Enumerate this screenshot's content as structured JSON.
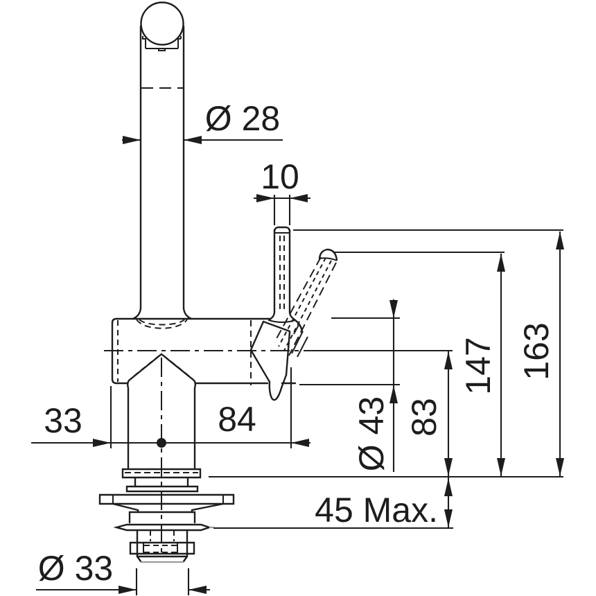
{
  "drawing": {
    "type": "technical-dimension-drawing",
    "subject": "kitchen mixer tap side view with installation dimensions",
    "units": "mm",
    "colors": {
      "line": "#1d1d1b",
      "muted": "#9b9b9b",
      "background": "#ffffff"
    },
    "dims": {
      "spout_diameter": "Ø 28",
      "lever_width": "10",
      "left_offset": "33",
      "spout_to_lever": "84",
      "body_diameter": "Ø 43",
      "center_height": "83",
      "lever_tip_height": "147",
      "lever_top_height": "163",
      "max_counter_thickness": "45 Max.",
      "shank_diameter": "Ø 33"
    }
  }
}
